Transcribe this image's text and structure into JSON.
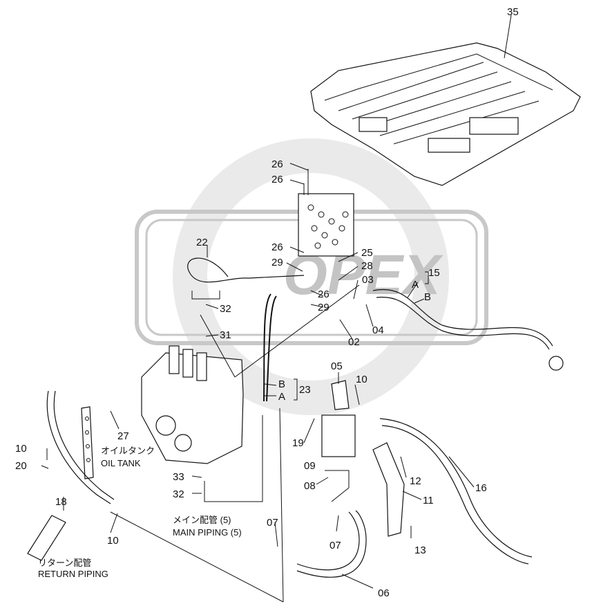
{
  "watermark": {
    "text": "OPEX",
    "color": "#bfbfbf"
  },
  "part_callouts": [
    {
      "id": "35",
      "text": "35"
    },
    {
      "id": "26a",
      "text": "26"
    },
    {
      "id": "26b",
      "text": "26"
    },
    {
      "id": "22",
      "text": "22"
    },
    {
      "id": "26c",
      "text": "26"
    },
    {
      "id": "25",
      "text": "25"
    },
    {
      "id": "29a",
      "text": "29"
    },
    {
      "id": "28",
      "text": "28"
    },
    {
      "id": "15",
      "text": "15"
    },
    {
      "id": "03",
      "text": "03"
    },
    {
      "id": "A1",
      "text": "A"
    },
    {
      "id": "B1",
      "text": "B"
    },
    {
      "id": "26d",
      "text": "26"
    },
    {
      "id": "32a",
      "text": "32"
    },
    {
      "id": "29b",
      "text": "29"
    },
    {
      "id": "04",
      "text": "04"
    },
    {
      "id": "31",
      "text": "31"
    },
    {
      "id": "02",
      "text": "02"
    },
    {
      "id": "05",
      "text": "05"
    },
    {
      "id": "10a",
      "text": "10"
    },
    {
      "id": "B2",
      "text": "B"
    },
    {
      "id": "23",
      "text": "23"
    },
    {
      "id": "A2",
      "text": "A"
    },
    {
      "id": "27",
      "text": "27"
    },
    {
      "id": "19",
      "text": "19"
    },
    {
      "id": "10b",
      "text": "10"
    },
    {
      "id": "20",
      "text": "20"
    },
    {
      "id": "09",
      "text": "09"
    },
    {
      "id": "12",
      "text": "12"
    },
    {
      "id": "33",
      "text": "33"
    },
    {
      "id": "08",
      "text": "08"
    },
    {
      "id": "16",
      "text": "16"
    },
    {
      "id": "32b",
      "text": "32"
    },
    {
      "id": "18",
      "text": "18"
    },
    {
      "id": "11",
      "text": "11"
    },
    {
      "id": "07a",
      "text": "07"
    },
    {
      "id": "07b",
      "text": "07"
    },
    {
      "id": "10c",
      "text": "10"
    },
    {
      "id": "13",
      "text": "13"
    },
    {
      "id": "06",
      "text": "06"
    }
  ],
  "captions": {
    "oil_tank_jp": "オイルタンク",
    "oil_tank_en": "OIL TANK",
    "main_piping_jp": "メイン配管 (5)",
    "main_piping_en": "MAIN PIPING (5)",
    "return_piping_jp": "リターン配管",
    "return_piping_en": "RETURN PIPING"
  }
}
